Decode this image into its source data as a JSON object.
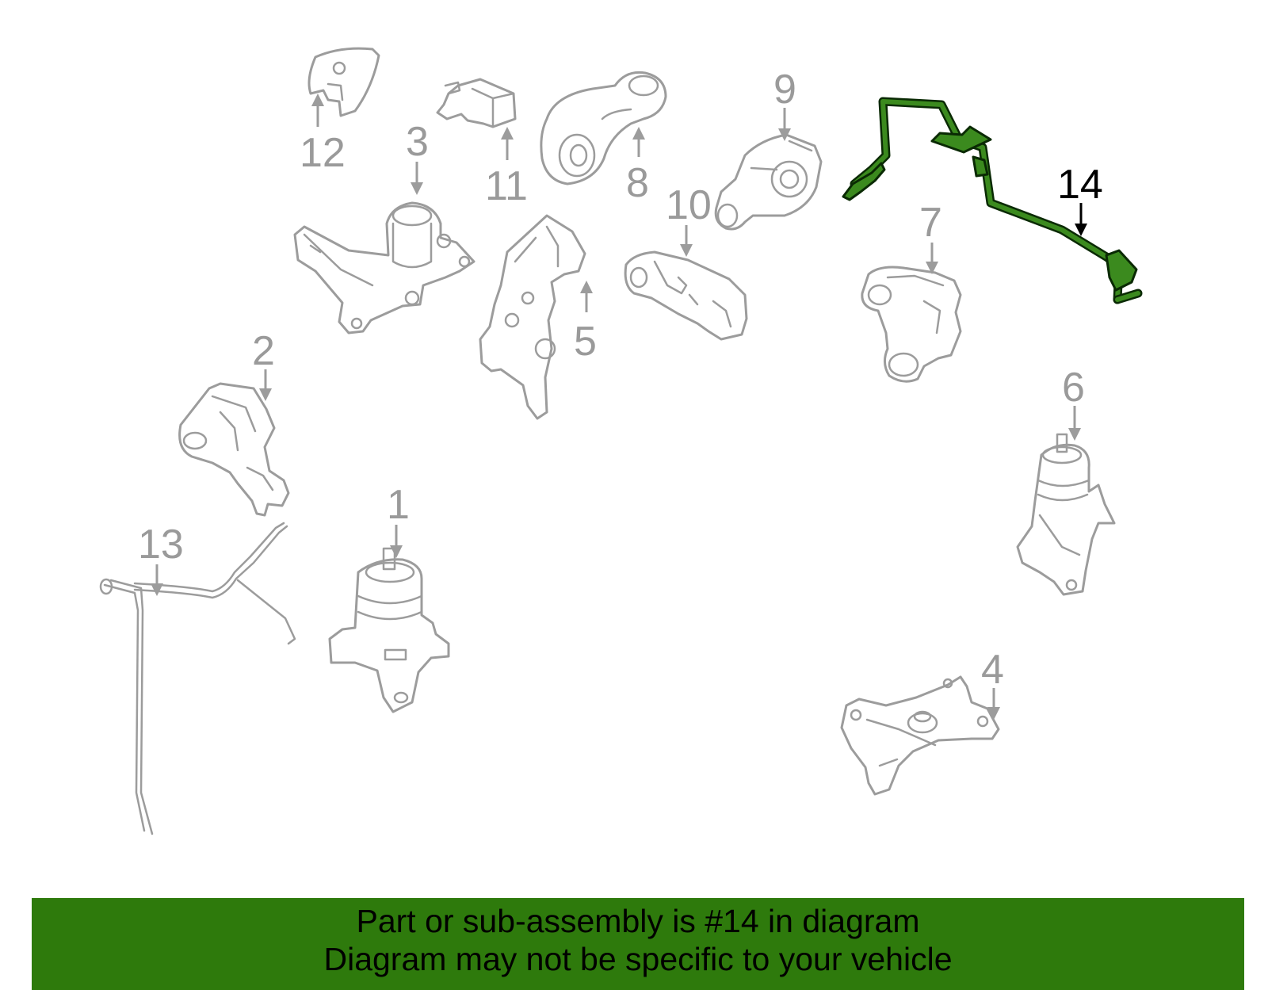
{
  "diagram": {
    "callouts": {
      "c1": "1",
      "c2": "2",
      "c3": "3",
      "c4": "4",
      "c5": "5",
      "c6": "6",
      "c7": "7",
      "c8": "8",
      "c9": "9",
      "c10": "10",
      "c11": "11",
      "c12": "12",
      "c13": "13",
      "c14": "14"
    },
    "highlighted_part": "14",
    "colors": {
      "highlight": "#3b8a1e",
      "parts": "#9c9c9c",
      "banner": "#2e7a0c"
    }
  },
  "banner": {
    "line1": "Part or sub-assembly is #14 in diagram",
    "line2": "Diagram may not be specific to your vehicle"
  }
}
